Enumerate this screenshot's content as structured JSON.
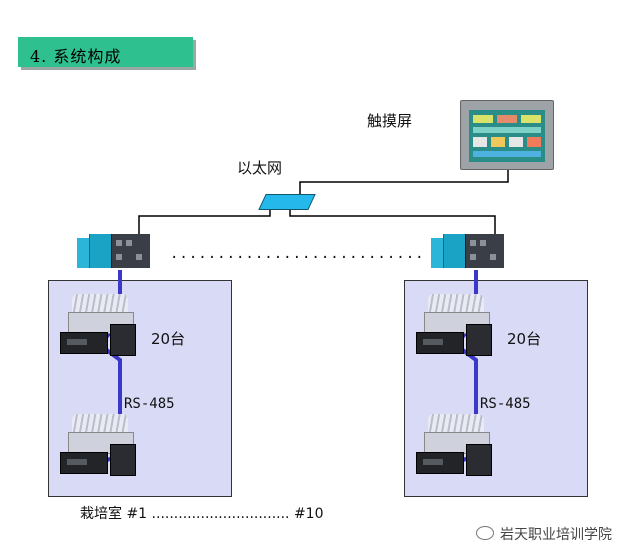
{
  "section": {
    "title": "4. 系统构成"
  },
  "labels": {
    "touchscreen": "触摸屏",
    "ethernet": "以太网",
    "count_left": "20台",
    "count_right": "20台",
    "rs485_left": "RS-485",
    "rs485_right": "RS-485",
    "room": "栽培室 #1 ............................... #10",
    "plc_dots": "..........................."
  },
  "watermark": {
    "text": "岩天职业培训学院",
    "icon": "wechat-icon"
  },
  "colors": {
    "header_bg": "#2ec08e",
    "room_bg": "#d9daf6",
    "rs485_line": "#3b38c9",
    "hub": "#25b8ea"
  }
}
